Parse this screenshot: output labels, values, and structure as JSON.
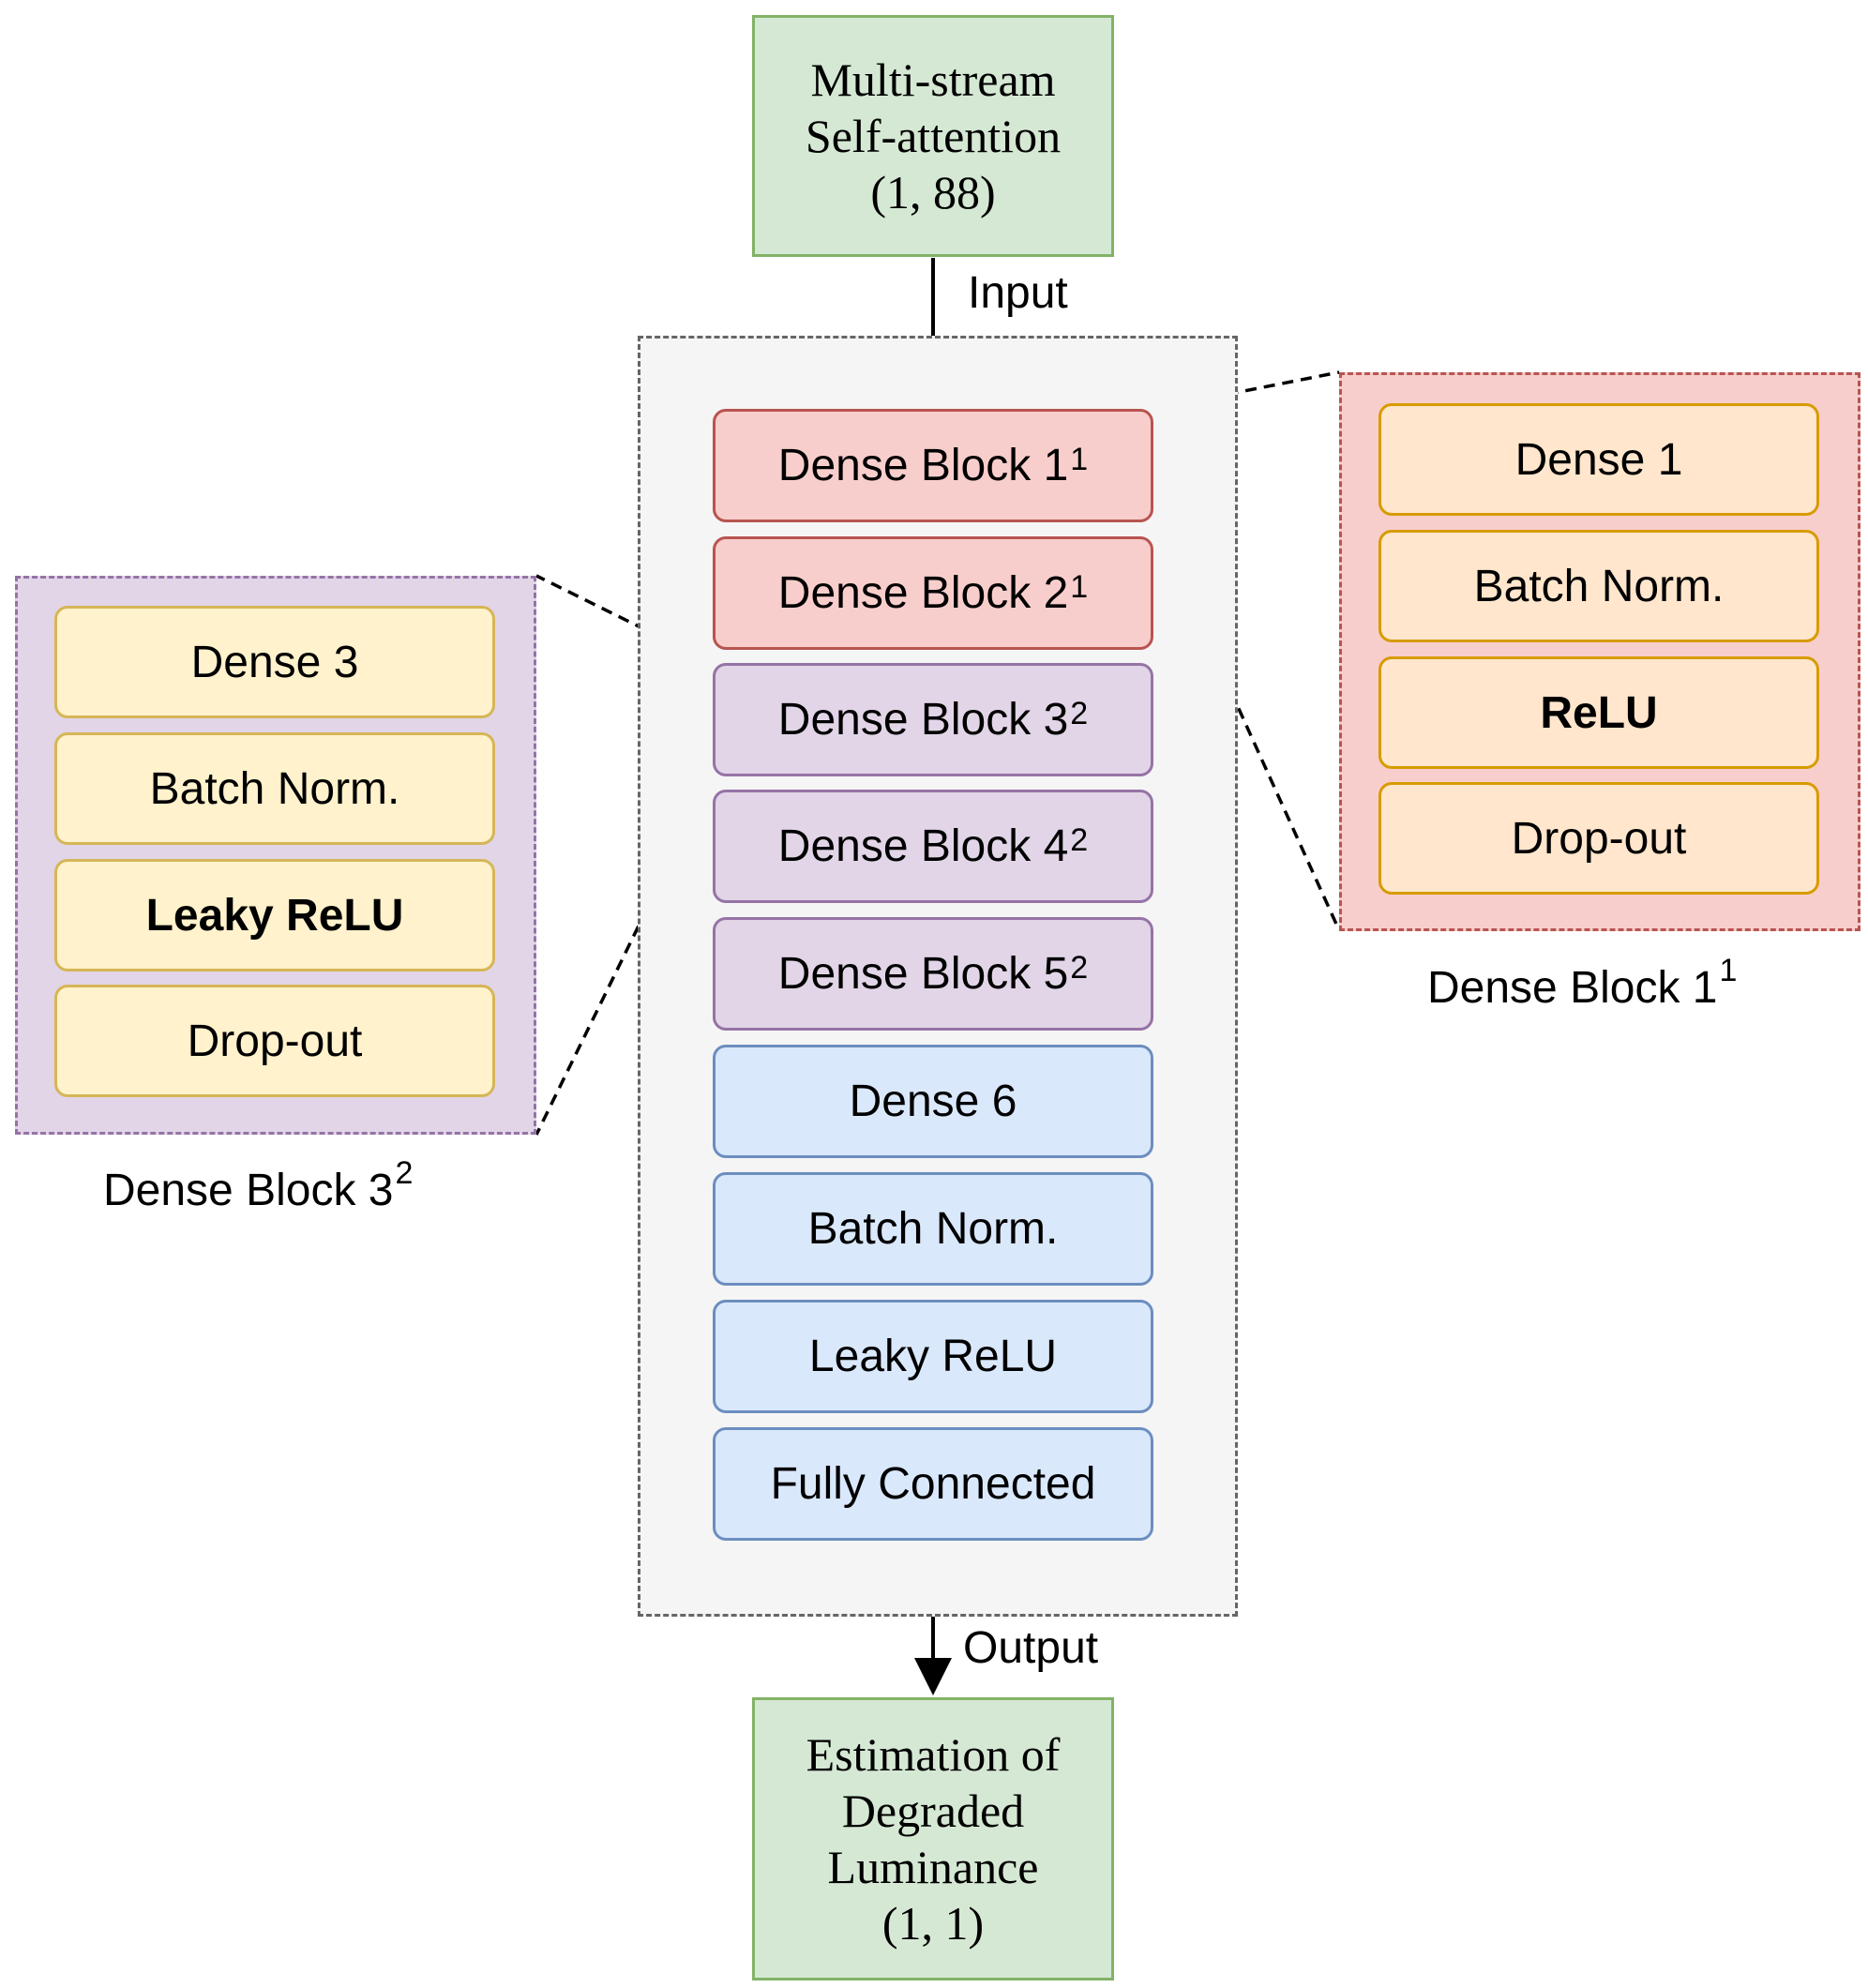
{
  "input_node": {
    "lines": [
      "Multi-stream",
      "Self-attention",
      "(1, 88)"
    ]
  },
  "output_node": {
    "lines": [
      "Estimation of",
      "Degraded",
      "Luminance",
      "(1, 1)"
    ]
  },
  "edge_labels": {
    "input": "Input",
    "output": "Output"
  },
  "main_stack": {
    "dense_block_1": {
      "label": "Dense Block 1",
      "sup": "1"
    },
    "dense_block_2": {
      "label": "Dense Block 2",
      "sup": "1"
    },
    "dense_block_3": {
      "label": "Dense Block 3",
      "sup": "2"
    },
    "dense_block_4": {
      "label": "Dense Block 4",
      "sup": "2"
    },
    "dense_block_5": {
      "label": "Dense Block 5",
      "sup": "2"
    },
    "dense_6": "Dense 6",
    "batch_norm": "Batch Norm.",
    "leaky_relu": "Leaky ReLU",
    "fully_connected": "Fully Connected"
  },
  "right_detail": {
    "caption": "Dense Block 1",
    "caption_sup": "1",
    "items": [
      "Dense 1",
      "Batch Norm.",
      "ReLU",
      "Drop-out"
    ]
  },
  "left_detail": {
    "caption": "Dense Block 3",
    "caption_sup": "2",
    "items": [
      "Dense 3",
      "Batch Norm.",
      "Leaky ReLU",
      "Drop-out"
    ]
  },
  "colors": {
    "io_fill": "#d5e8d4",
    "io_stroke": "#82b366",
    "type1_fill": "#f8cecc",
    "type1_stroke": "#b85450",
    "type2_fill": "#e1d5e7",
    "type2_stroke": "#9673a6",
    "head_fill": "#dae8fc",
    "head_stroke": "#6c8ebf",
    "relu_item_fill": "#ffe6cc",
    "relu_item_stroke": "#d79b00",
    "leaky_item_fill": "#fff2cc",
    "leaky_item_stroke": "#d6b656"
  }
}
